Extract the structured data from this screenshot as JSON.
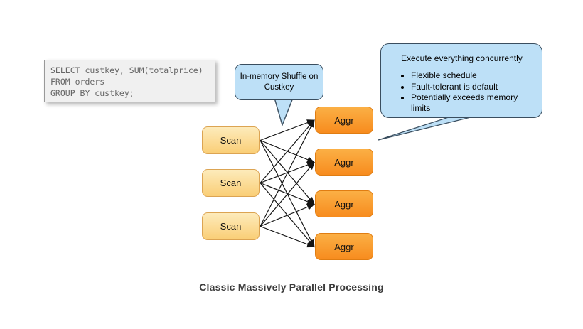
{
  "title": "Classic Massively Parallel Processing",
  "sql_box": {
    "lines": [
      "SELECT custkey, SUM(totalprice)",
      "FROM orders",
      "GROUP BY custkey;"
    ]
  },
  "shuffle_callout": {
    "text": "In-memory Shuffle on Custkey"
  },
  "exec_callout": {
    "title": "Execute everything concurrently",
    "bullets": [
      "Flexible schedule",
      "Fault-tolerant is default",
      "Potentially exceeds memory limits"
    ]
  },
  "nodes": {
    "scans": [
      "Scan",
      "Scan",
      "Scan"
    ],
    "aggrs": [
      "Aggr",
      "Aggr",
      "Aggr",
      "Aggr"
    ]
  },
  "edges": {
    "description": "every Scan node connects to every Aggr node",
    "count": 12
  },
  "colors": {
    "callout_fill": "#BDE0F7",
    "callout_border": "#3A4E5F",
    "scan_top": "#FDEBBB",
    "scan_bottom": "#FACE76",
    "scan_border": "#DCA452",
    "aggr_top": "#FBB045",
    "aggr_bottom": "#F78C1E",
    "aggr_border": "#E07D12",
    "sql_bg": "#F0F0F0",
    "sql_border": "#999999",
    "sql_text": "#666666",
    "arrow": "#141414",
    "title_color": "#3C3C3C"
  }
}
